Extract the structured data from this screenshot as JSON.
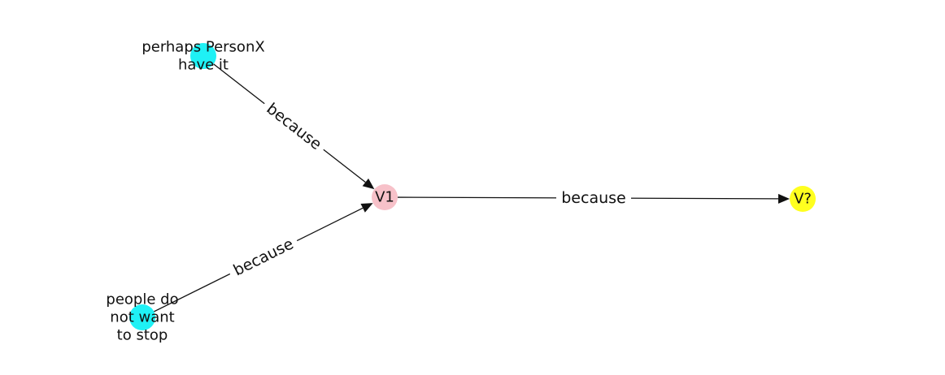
{
  "nodes": [
    {
      "id": "perhaps",
      "lines": [
        "perhaps PersonX",
        "have it"
      ],
      "color": "#1ff1f5"
    },
    {
      "id": "people",
      "lines": [
        "people do",
        "not want",
        "to stop"
      ],
      "color": "#1ff1f5"
    },
    {
      "id": "v1",
      "lines": [
        "V1"
      ],
      "color": "#f7c1c9"
    },
    {
      "id": "vq",
      "lines": [
        "V?"
      ],
      "color": "#ffff1f"
    }
  ],
  "edges": [
    {
      "from": "perhaps",
      "to": "v1",
      "label": "because"
    },
    {
      "from": "people",
      "to": "v1",
      "label": "because"
    },
    {
      "from": "v1",
      "to": "vq",
      "label": "because"
    }
  ],
  "colors": {
    "edge": "#111111",
    "text": "#111111",
    "background": "#ffffff"
  }
}
